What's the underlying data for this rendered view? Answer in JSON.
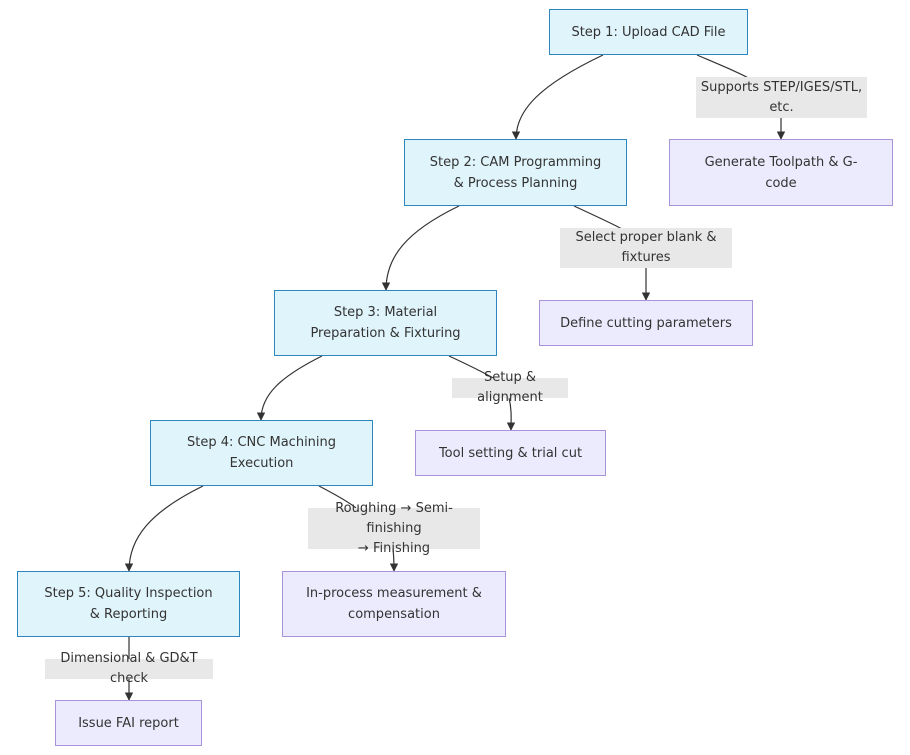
{
  "steps": {
    "step1": {
      "line1": "Step 1: Upload CAD File"
    },
    "step2": {
      "line1": "Step 2: CAM Programming",
      "line2": "& Process Planning"
    },
    "step3": {
      "line1": "Step 3: Material",
      "line2": "Preparation & Fixturing"
    },
    "step4": {
      "line1": "Step 4: CNC Machining",
      "line2": "Execution"
    },
    "step5": {
      "line1": "Step 5: Quality Inspection",
      "line2": "& Reporting"
    }
  },
  "actions": {
    "toolpath": {
      "line1": "Generate Toolpath & G-",
      "line2": "code"
    },
    "cutting": {
      "line1": "Define cutting parameters"
    },
    "trial": {
      "line1": "Tool setting & trial cut"
    },
    "measurement": {
      "line1": "In-process measurement &",
      "line2": "compensation"
    },
    "fai": {
      "line1": "Issue FAI report"
    }
  },
  "edge_labels": {
    "e1": {
      "line1": "Supports STEP/IGES/STL,",
      "line2": "etc."
    },
    "e2": {
      "line1": "Select proper blank &",
      "line2": "fixtures"
    },
    "e3": {
      "line1": "Setup & alignment"
    },
    "e4": {
      "line1": "Roughing → Semi-finishing",
      "line2": "→ Finishing"
    },
    "e5": {
      "line1": "Dimensional & GD&T check"
    }
  },
  "colors": {
    "step_fill": "#e0f4fb",
    "step_border": "#2e86c1",
    "action_fill": "#ecebfd",
    "action_border": "#a893d8",
    "label_fill": "#e8e8e8",
    "edge_stroke": "#333333"
  }
}
